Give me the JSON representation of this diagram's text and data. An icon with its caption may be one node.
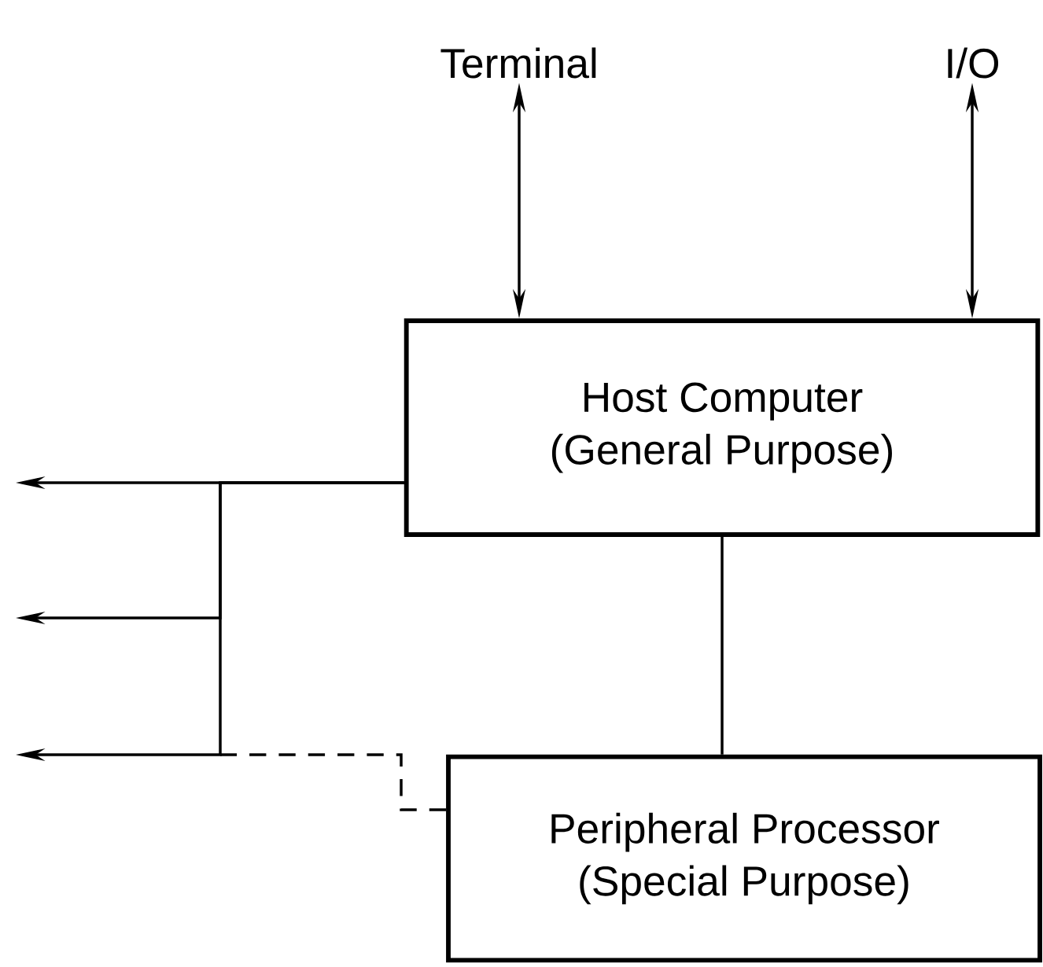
{
  "diagram": {
    "nodes": [
      {
        "text": [
          "Terminal"
        ]
      },
      {
        "text": [
          "I/O"
        ]
      },
      {
        "text": [
          "Host Computer",
          "(General Purpose)"
        ]
      },
      {
        "text": [
          "Peripheral Processor",
          "(Special Purpose)"
        ]
      }
    ],
    "edges": [
      {
        "from": 0,
        "to": 2,
        "arrow": "both"
      },
      {
        "from": 1,
        "to": 2,
        "arrow": "both"
      },
      {
        "from": 2,
        "to": 3,
        "arrow": "none"
      },
      {
        "from": 2,
        "to": null,
        "arrow": "to"
      },
      {
        "from": 2,
        "to": null,
        "arrow": "to"
      },
      {
        "from": 2,
        "to": null,
        "arrow": "to"
      },
      {
        "from": 3,
        "to": null,
        "arrow": "none",
        "style": "dashed"
      }
    ]
  }
}
